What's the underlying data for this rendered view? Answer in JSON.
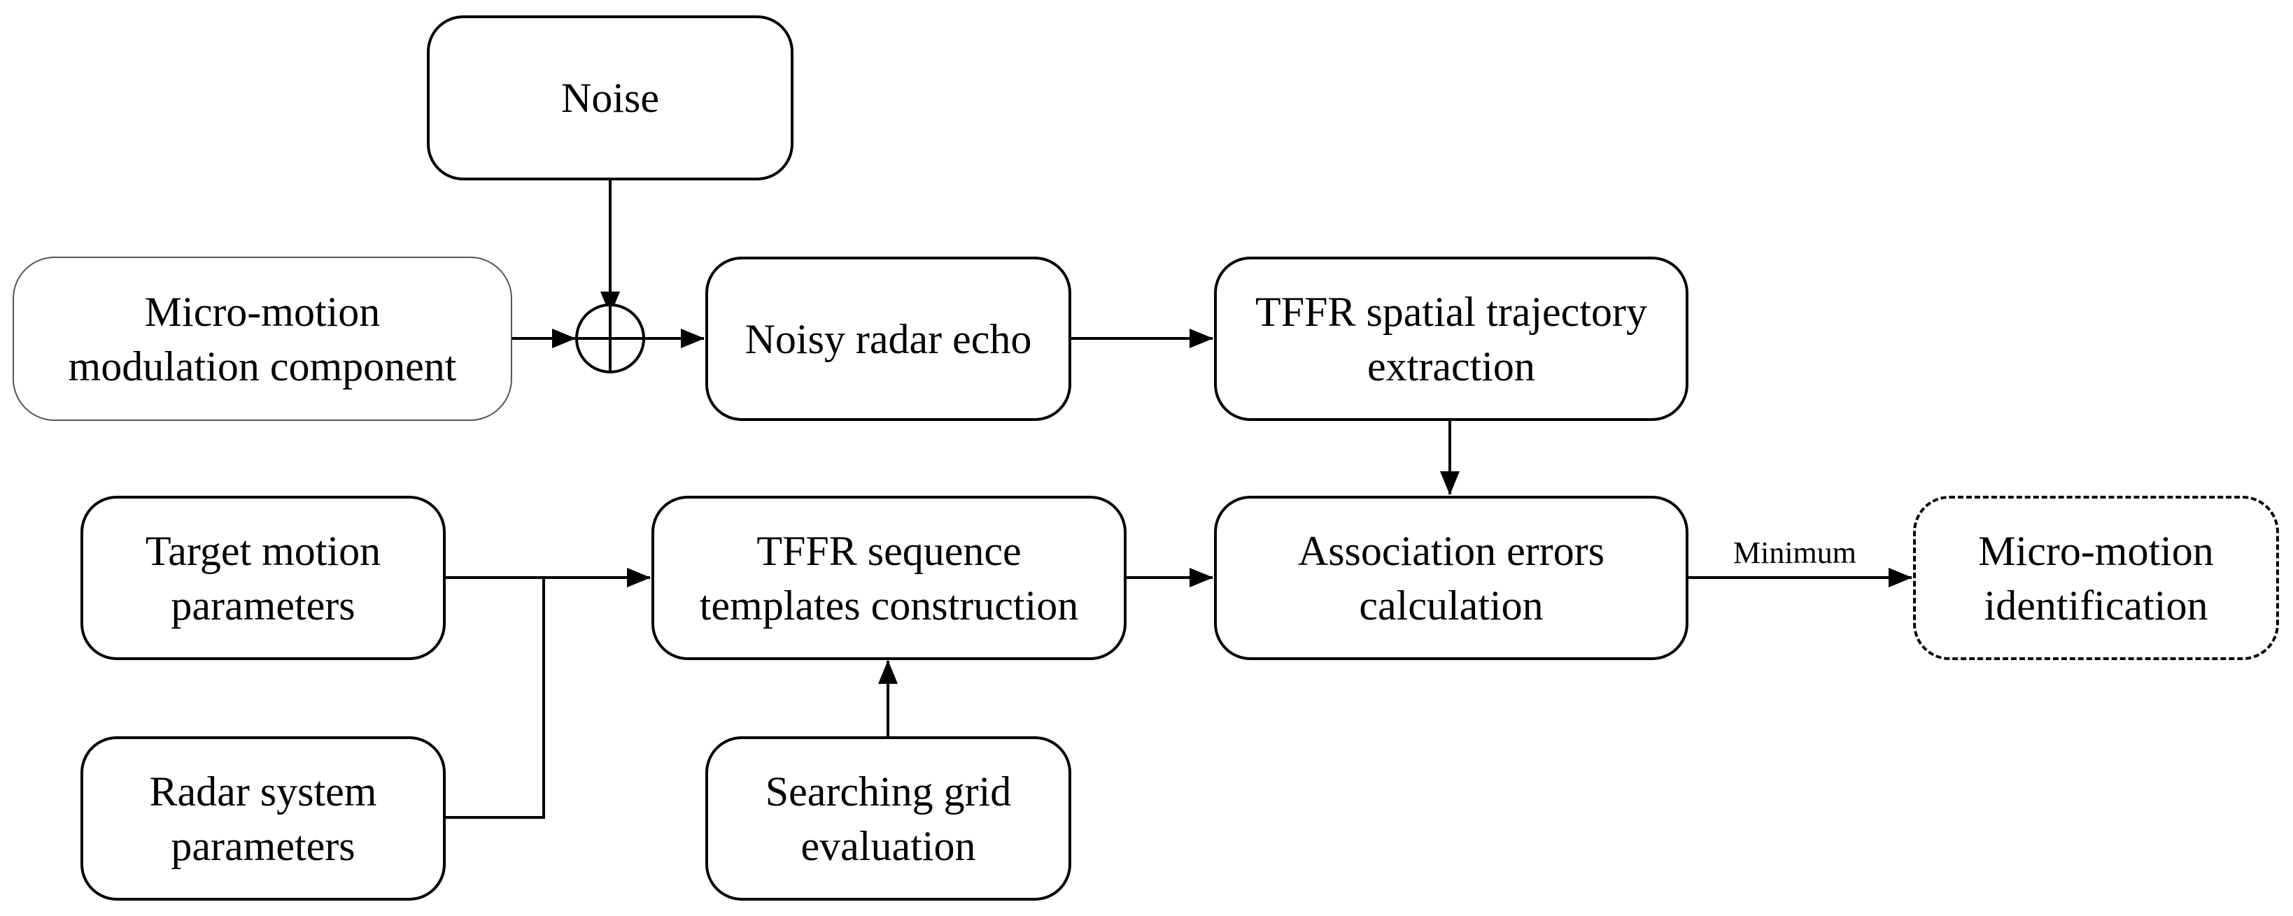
{
  "nodes": {
    "noise": {
      "lines": [
        "Noise"
      ]
    },
    "micro_motion_modulation": {
      "lines": [
        "Micro-motion",
        "modulation component"
      ]
    },
    "noisy_radar_echo": {
      "lines": [
        "Noisy radar echo"
      ]
    },
    "tffr_spatial_trajectory": {
      "lines": [
        "TFFR spatial trajectory",
        "extraction"
      ]
    },
    "target_motion_parameters": {
      "lines": [
        "Target motion",
        "parameters"
      ]
    },
    "radar_system_parameters": {
      "lines": [
        "Radar system",
        "parameters"
      ]
    },
    "tffr_sequence_templates": {
      "lines": [
        "TFFR sequence",
        "templates construction"
      ]
    },
    "searching_grid_evaluation": {
      "lines": [
        "Searching grid",
        "evaluation"
      ]
    },
    "association_errors": {
      "lines": [
        "Association errors",
        "calculation"
      ]
    },
    "micro_motion_identification": {
      "lines": [
        "Micro-motion",
        "identification"
      ]
    }
  },
  "edge_labels": {
    "minimum": "Minimum"
  },
  "symbols": {
    "summing_junction": "circle-plus"
  },
  "colors": {
    "stroke": "#000000",
    "background": "#ffffff"
  }
}
